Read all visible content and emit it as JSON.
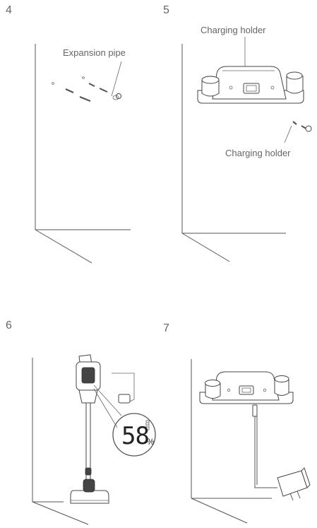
{
  "steps": [
    {
      "number": "4",
      "caption": "Expansion pipe"
    },
    {
      "number": "5",
      "caption_top": "Charging holder",
      "caption_bottom": "Charging holder"
    },
    {
      "number": "6",
      "battery_display": "58",
      "percent_sign": "%"
    },
    {
      "number": "7"
    }
  ]
}
